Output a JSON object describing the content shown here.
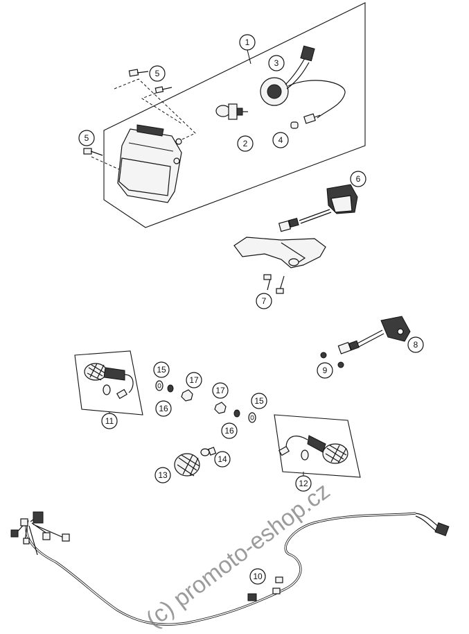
{
  "watermark": "(c) promoto-eshop.cz",
  "callouts": [
    {
      "label": "1"
    },
    {
      "label": "2"
    },
    {
      "label": "3"
    },
    {
      "label": "4"
    },
    {
      "label": "5"
    },
    {
      "label": "5"
    },
    {
      "label": "6"
    },
    {
      "label": "7"
    },
    {
      "label": "8"
    },
    {
      "label": "9"
    },
    {
      "label": "10"
    },
    {
      "label": "11"
    },
    {
      "label": "12"
    },
    {
      "label": "13"
    },
    {
      "label": "14"
    },
    {
      "label": "15"
    },
    {
      "label": "15"
    },
    {
      "label": "16"
    },
    {
      "label": "16"
    },
    {
      "label": "17"
    },
    {
      "label": "17"
    }
  ]
}
